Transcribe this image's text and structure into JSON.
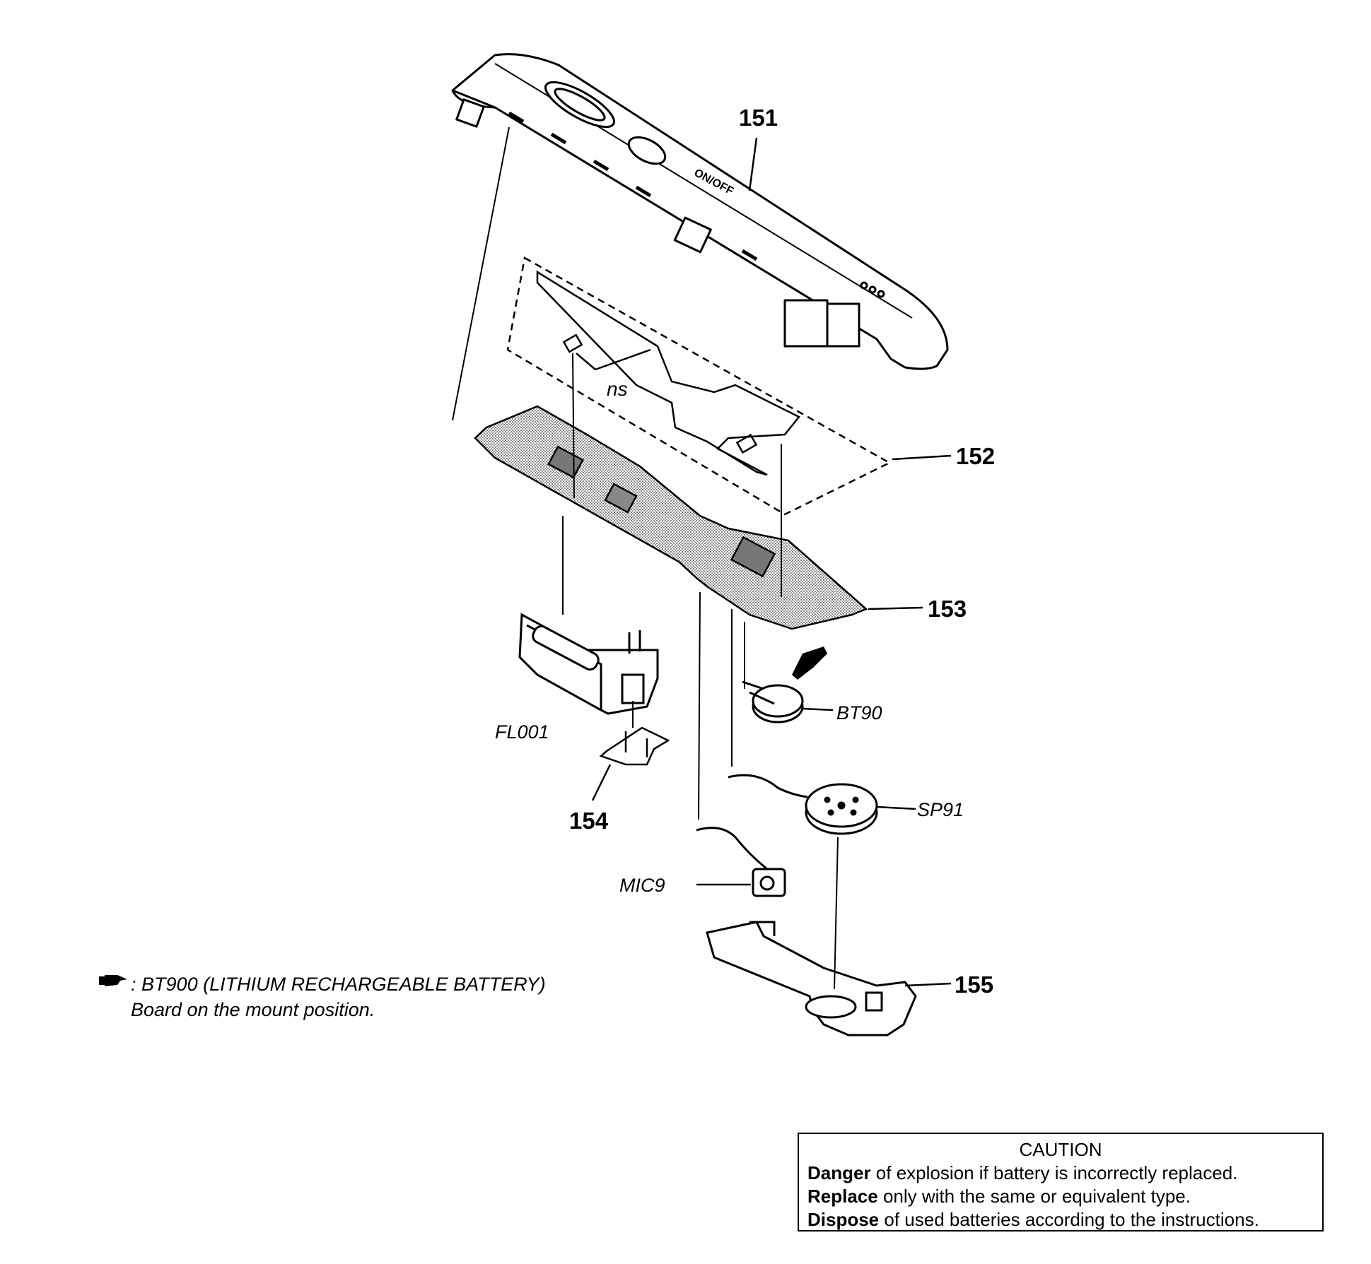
{
  "part_labels": {
    "p151": "151",
    "p152": "152",
    "p153": "153",
    "p154": "154",
    "p155": "155",
    "ns": "ns",
    "fl001": "FL001",
    "bt90": "BT90",
    "sp91": "SP91",
    "mic9": "MIC9",
    "onoff": "ON/OFF"
  },
  "note": {
    "separator": ":",
    "line1": "BT900 (LITHIUM RECHARGEABLE BATTERY)",
    "line2": "Board on the mount position."
  },
  "caution": {
    "title": "CAUTION",
    "lines": [
      {
        "bold": "Danger",
        "rest": " of explosion if battery is incorrectly replaced."
      },
      {
        "bold": "Replace",
        "rest": " only with the same or equivalent type."
      },
      {
        "bold": "Dispose",
        "rest": " of used batteries according to the instructions."
      }
    ]
  }
}
